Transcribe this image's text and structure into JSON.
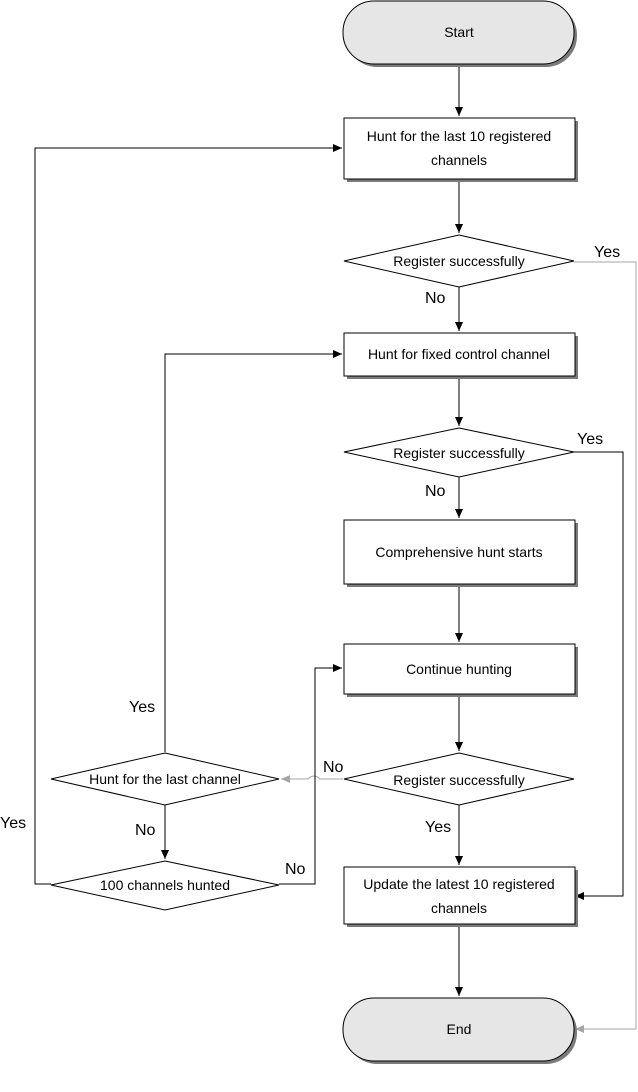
{
  "nodes": {
    "start": "Start",
    "hunt_last_10_line1": "Hunt for the last 10 registered",
    "hunt_last_10_line2": "channels",
    "register_1": "Register successfully",
    "hunt_fixed": "Hunt for fixed control channel",
    "register_2": "Register successfully",
    "comprehensive": "Comprehensive hunt starts",
    "continue": "Continue hunting",
    "register_3": "Register successfully",
    "hunt_last_channel": "Hunt for the last channel",
    "hunted_100": "100 channels hunted",
    "update_line1": "Update the latest 10 registered",
    "update_line2": "channels",
    "end": "End"
  },
  "edge_labels": {
    "reg1_yes": "Yes",
    "reg1_no": "No",
    "reg2_yes": "Yes",
    "reg2_no": "No",
    "reg3_no": "No",
    "reg3_yes": "Yes",
    "last_channel_yes": "Yes",
    "last_channel_no": "No",
    "hunted100_yes": "Yes",
    "hunted100_no": "No"
  }
}
